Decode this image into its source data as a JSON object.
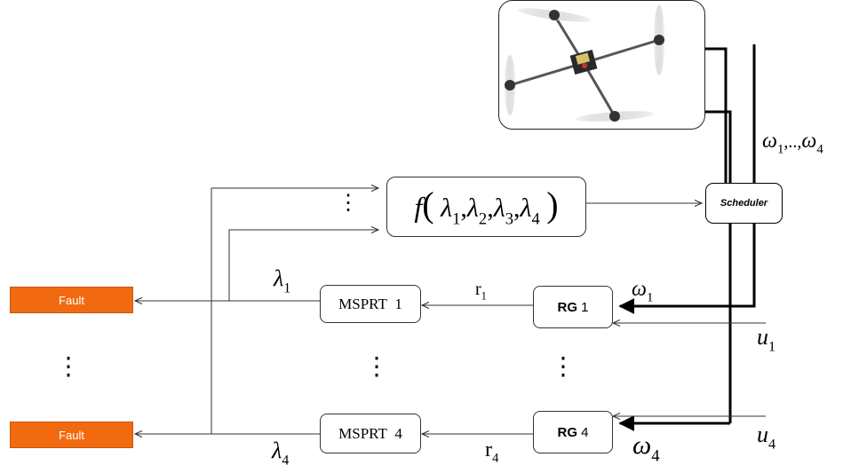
{
  "fault_labels": [
    "Fault",
    "Fault"
  ],
  "msprt": [
    {
      "name": "MSPRT",
      "index": "1"
    },
    {
      "name": "MSPRT",
      "index": "4"
    }
  ],
  "rg": [
    {
      "name": "RG",
      "index": "1"
    },
    {
      "name": "RG",
      "index": "4"
    }
  ],
  "scheduler_label": "Scheduler",
  "function_box": {
    "symbol": "f",
    "args": [
      "λ",
      "1",
      "λ",
      "2",
      "λ",
      "3",
      "λ",
      "4"
    ]
  },
  "signals": {
    "lambda_1": {
      "sym": "λ",
      "sub": "1"
    },
    "lambda_4": {
      "sym": "λ",
      "sub": "4"
    },
    "r_1": {
      "sym": "r",
      "sub": "1"
    },
    "r_4": {
      "sym": "r",
      "sub": "4"
    },
    "omega_1": {
      "sym": "ω",
      "sub": "1"
    },
    "omega_4": {
      "sym": "ω",
      "sub": "4"
    },
    "u_1": {
      "sym": "u",
      "sub": "1"
    },
    "u_4": {
      "sym": "u",
      "sub": "4"
    },
    "omega_range": {
      "sym_a": "ω",
      "sub_a": "1",
      "sep": ",..,",
      "sym_b": "ω",
      "sub_b": "4"
    }
  },
  "ellipsis": "⋮",
  "colors": {
    "fault_fill": "#f26a10",
    "line": "#333333",
    "thick_line": "#000000"
  },
  "icons": {
    "quadrotor": "quadrotor-drone-photo"
  }
}
